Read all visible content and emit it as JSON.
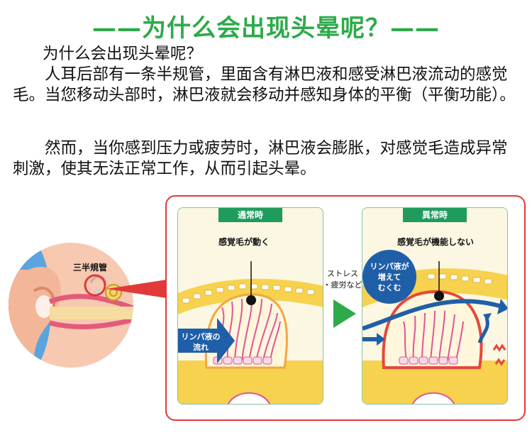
{
  "title": "——为什么会出现头晕呢？——",
  "paragraphs": [
    "为什么会出现头晕呢？",
    "人耳后部有一条半规管，里面含有淋巴液和感受淋巴液流动的感觉毛。当您移动头部时，淋巴液就会移动并感知身体的平衡（平衡功能）。",
    "然而，当你感到压力或疲劳时，淋巴液会膨胀，对感觉毛造成异常刺激，使其无法正常工作，从而引起头晕。"
  ],
  "figure": {
    "ear_label": "三半規管",
    "normal": {
      "tag": "通常時",
      "label": "感覚毛が動く",
      "flow_line1": "リンパ液の",
      "flow_line2": "流れ"
    },
    "transition": {
      "line1": "ストレス",
      "line2": "・疲労など"
    },
    "abnormal": {
      "tag": "異常時",
      "label": "感覚毛が機能しない",
      "bubble_line1": "リンパ液が",
      "bubble_line2": "増えて",
      "bubble_line3": "むくむ"
    }
  },
  "colors": {
    "title_green": "#2eaa4a",
    "frame_red": "#e23a3a",
    "tag_green": "#1f9b5e",
    "arrow_blue": "#1f5fa8",
    "membrane_orange": "#f2a640",
    "hair_pink": "#e0559a"
  }
}
